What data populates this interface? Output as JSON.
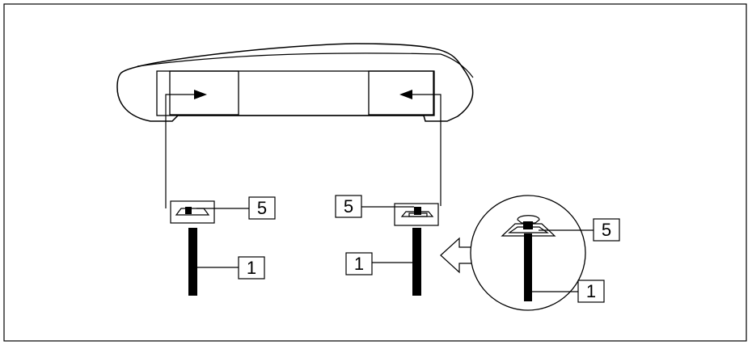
{
  "diagram": {
    "callouts": {
      "left_post": "1",
      "left_clip": "5",
      "right_post": "1",
      "right_clip": "5",
      "detail_post": "1",
      "detail_clip": "5"
    },
    "icons": {
      "arrow_right": "arrow-right-icon",
      "arrow_left": "arrow-left-icon",
      "direction_arrow": "hollow-arrow-left-icon"
    },
    "colors": {
      "stroke": "#000000",
      "background": "#ffffff"
    }
  }
}
